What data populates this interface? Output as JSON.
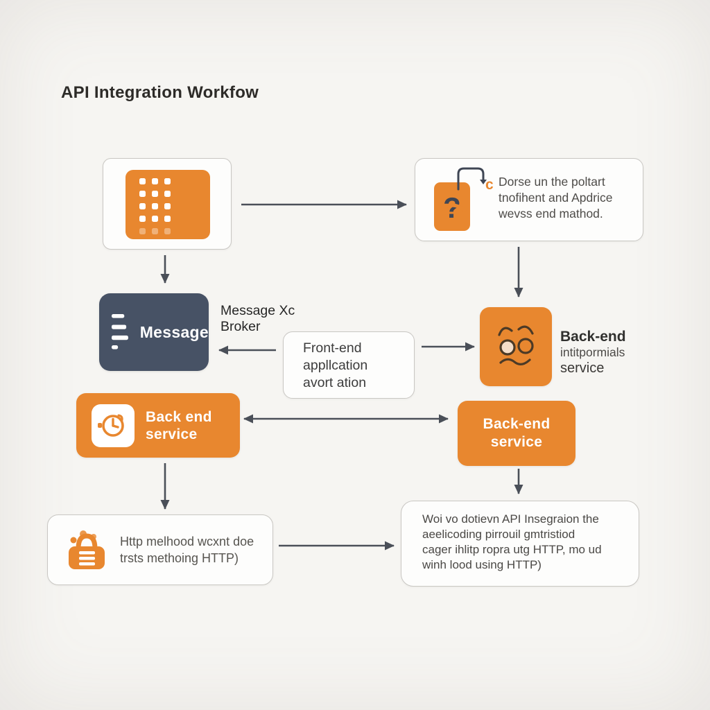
{
  "title": "API Integration Workfow",
  "colors": {
    "orange": "#E8872F",
    "slate": "#475265",
    "arrow": "#4A4F58",
    "background": "#F6F5F2",
    "card_border": "#C9C7C3"
  },
  "icons": {
    "grid": "dot-grid-icon",
    "request": "question-plug-icon",
    "message": "list-lines-icon",
    "backend_api": "confused-face-icon",
    "backend_left": "clock-icon",
    "http": "bag-list-icon"
  },
  "nodes": {
    "request_note": {
      "question_glyph": "?",
      "connector_label": "c",
      "lines": [
        "Dorse un the poltart",
        "tnofihent and Apdrice",
        "wevss end mathod."
      ]
    },
    "message": {
      "label": "Message"
    },
    "broker_label": {
      "lines": [
        "Message Xc",
        "Broker"
      ]
    },
    "front_end": {
      "lines": [
        "Front-end",
        "appllcation",
        "avort ation"
      ]
    },
    "backend_api": {
      "title": "Back-end",
      "subtitle": "intitpormials",
      "subtitle2": "service"
    },
    "backend_left": {
      "lines": [
        "Back end",
        "service"
      ]
    },
    "backend_right": {
      "lines": [
        "Back-end",
        "service"
      ]
    },
    "http_note": {
      "lines": [
        "Http melhood wcxnt doe",
        "trsts methoing HTTP)"
      ]
    },
    "result_note": {
      "lines": [
        "Woi vo dotievn API Insegraion the",
        "aeelicoding pirrouil gmtristiod",
        "cager ihlitp ropra utg HTTP, mo ud",
        "winh lood using HTTP)"
      ]
    }
  }
}
